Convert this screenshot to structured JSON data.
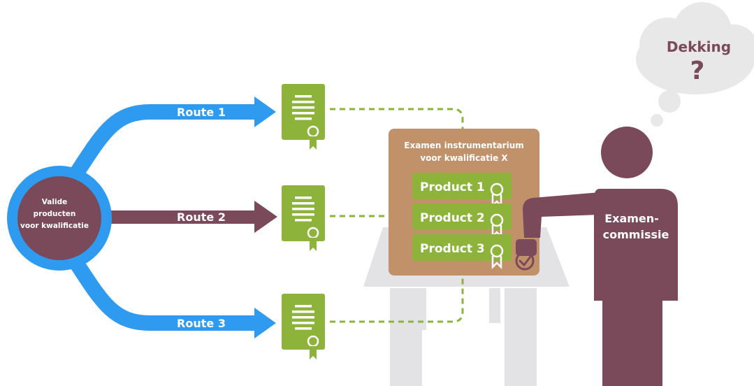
{
  "source": {
    "label_lines": [
      "Valide",
      "producten",
      "voor kwalificatie"
    ]
  },
  "routes": [
    {
      "label": "Route 1"
    },
    {
      "label": "Route 2"
    },
    {
      "label": "Route 3"
    }
  ],
  "instrument": {
    "title_line1": "Examen instrumentarium",
    "title_line2": "voor kwalificatie X",
    "products": [
      "Product 1",
      "Product 2",
      "Product 3"
    ]
  },
  "committee": {
    "label_line1": "Examen-",
    "label_line2": "commissie"
  },
  "thought": {
    "title": "Dekking",
    "symbol": "?"
  },
  "colors": {
    "blue": "#2f9bf0",
    "plum": "#7b4a5a",
    "green": "#8db33a",
    "tan": "#c1926a",
    "gray": "#e3e3e5",
    "cloud": "#e8e8e8"
  }
}
